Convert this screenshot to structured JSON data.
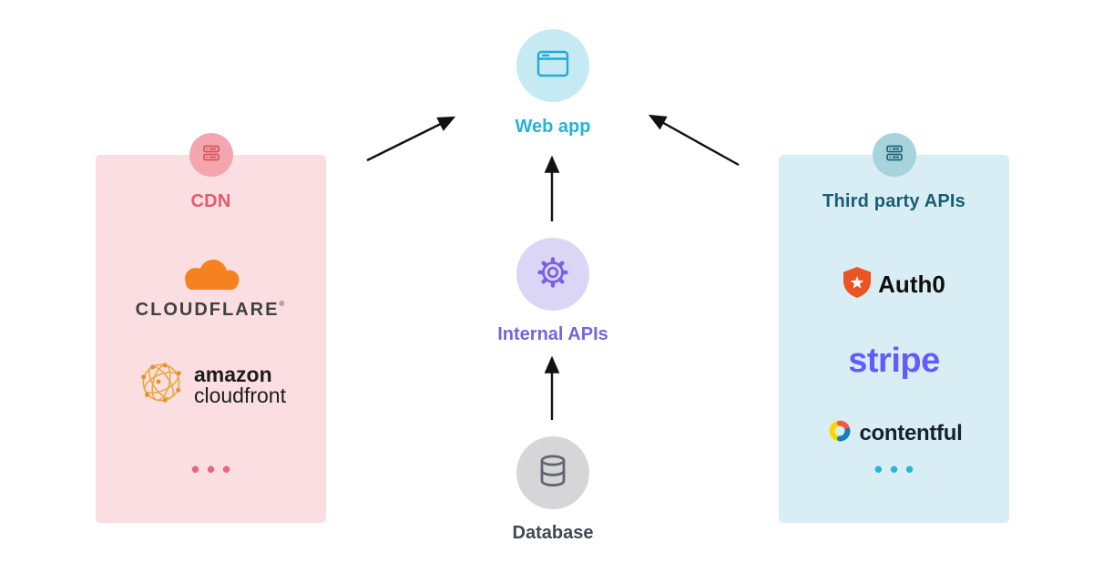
{
  "nodes": {
    "web_app": {
      "label": "Web app"
    },
    "internal_apis": {
      "label": "Internal APIs"
    },
    "database": {
      "label": "Database"
    }
  },
  "cdn": {
    "title": "CDN",
    "cloudflare": {
      "wordmark": "CLOUDFLARE",
      "mark": "®"
    },
    "cloudfront": {
      "line1": "amazon",
      "line2": "cloudfront"
    },
    "dots": "•••"
  },
  "third_party": {
    "title": "Third party APIs",
    "auth0": {
      "label": "Auth0"
    },
    "stripe": {
      "label": "stripe"
    },
    "contentful": {
      "label": "contentful"
    },
    "dots": "•••"
  },
  "colors": {
    "web_app_accent": "#27b2d6",
    "internal_apis_accent": "#7a62e0",
    "database_accent": "#3f4752",
    "cdn_accent": "#e45b6b",
    "third_party_accent": "#175e70",
    "stripe_brand": "#635bff",
    "auth0_brand": "#eb5424",
    "cloudflare_brand": "#f6821f",
    "arrow": "#111111"
  }
}
